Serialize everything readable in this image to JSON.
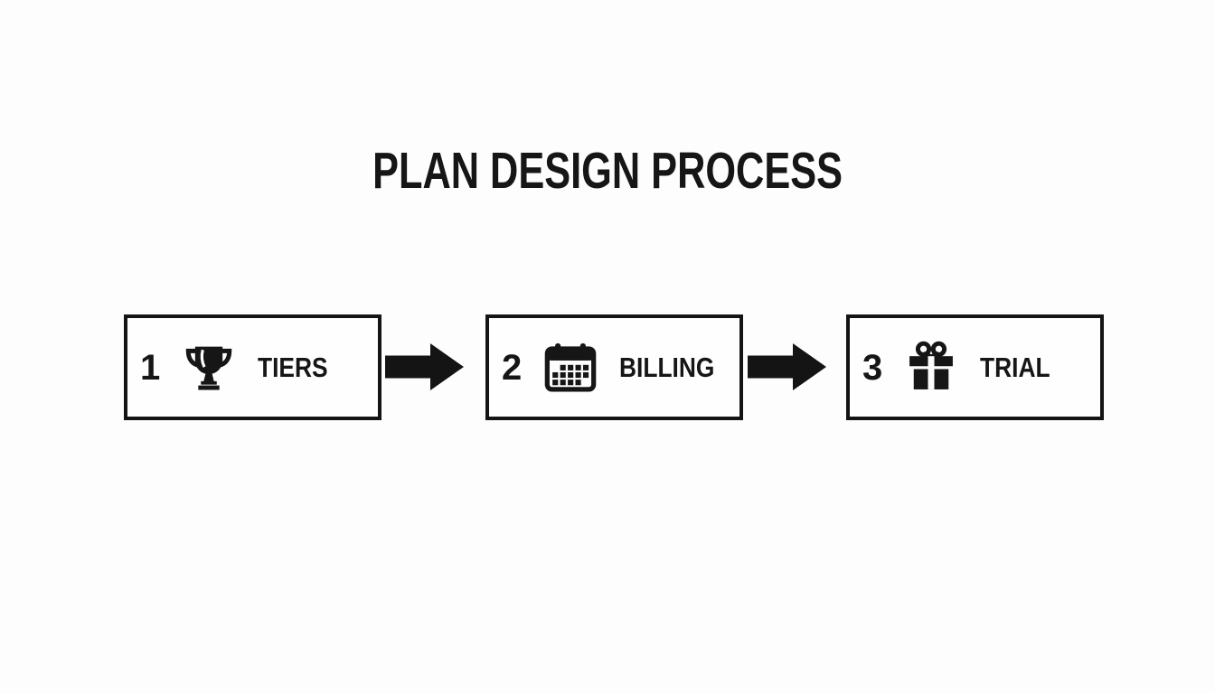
{
  "title": "PLAN DESIGN PROCESS",
  "colors": {
    "background": "#fdfdfd",
    "ink": "#161616",
    "box_border": "#141414"
  },
  "diagram": {
    "type": "process-flow",
    "direction": "left-to-right",
    "steps": [
      {
        "number": "1",
        "label": "TIERS",
        "icon": "trophy-icon"
      },
      {
        "number": "2",
        "label": "BILLING",
        "icon": "calendar-icon"
      },
      {
        "number": "3",
        "label": "TRIAL",
        "icon": "gift-icon"
      }
    ],
    "connectors": [
      {
        "icon": "arrow-right-icon"
      },
      {
        "icon": "arrow-right-icon"
      }
    ]
  }
}
